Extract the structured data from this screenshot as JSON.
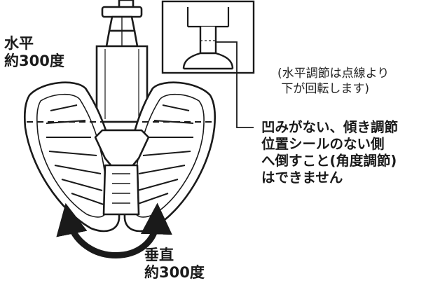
{
  "labels": {
    "horizontal": "水平\n約300度",
    "vertical": "垂直\n約300度",
    "note": "(水平調節は点線より\n 下が回転します)",
    "warning": "凹みがない、傾き調節\n位置シールのない側\nへ倒すこと(角度調節)\nはできません"
  },
  "colors": {
    "line": "#1a1a1a",
    "fill": "#ffffff"
  }
}
